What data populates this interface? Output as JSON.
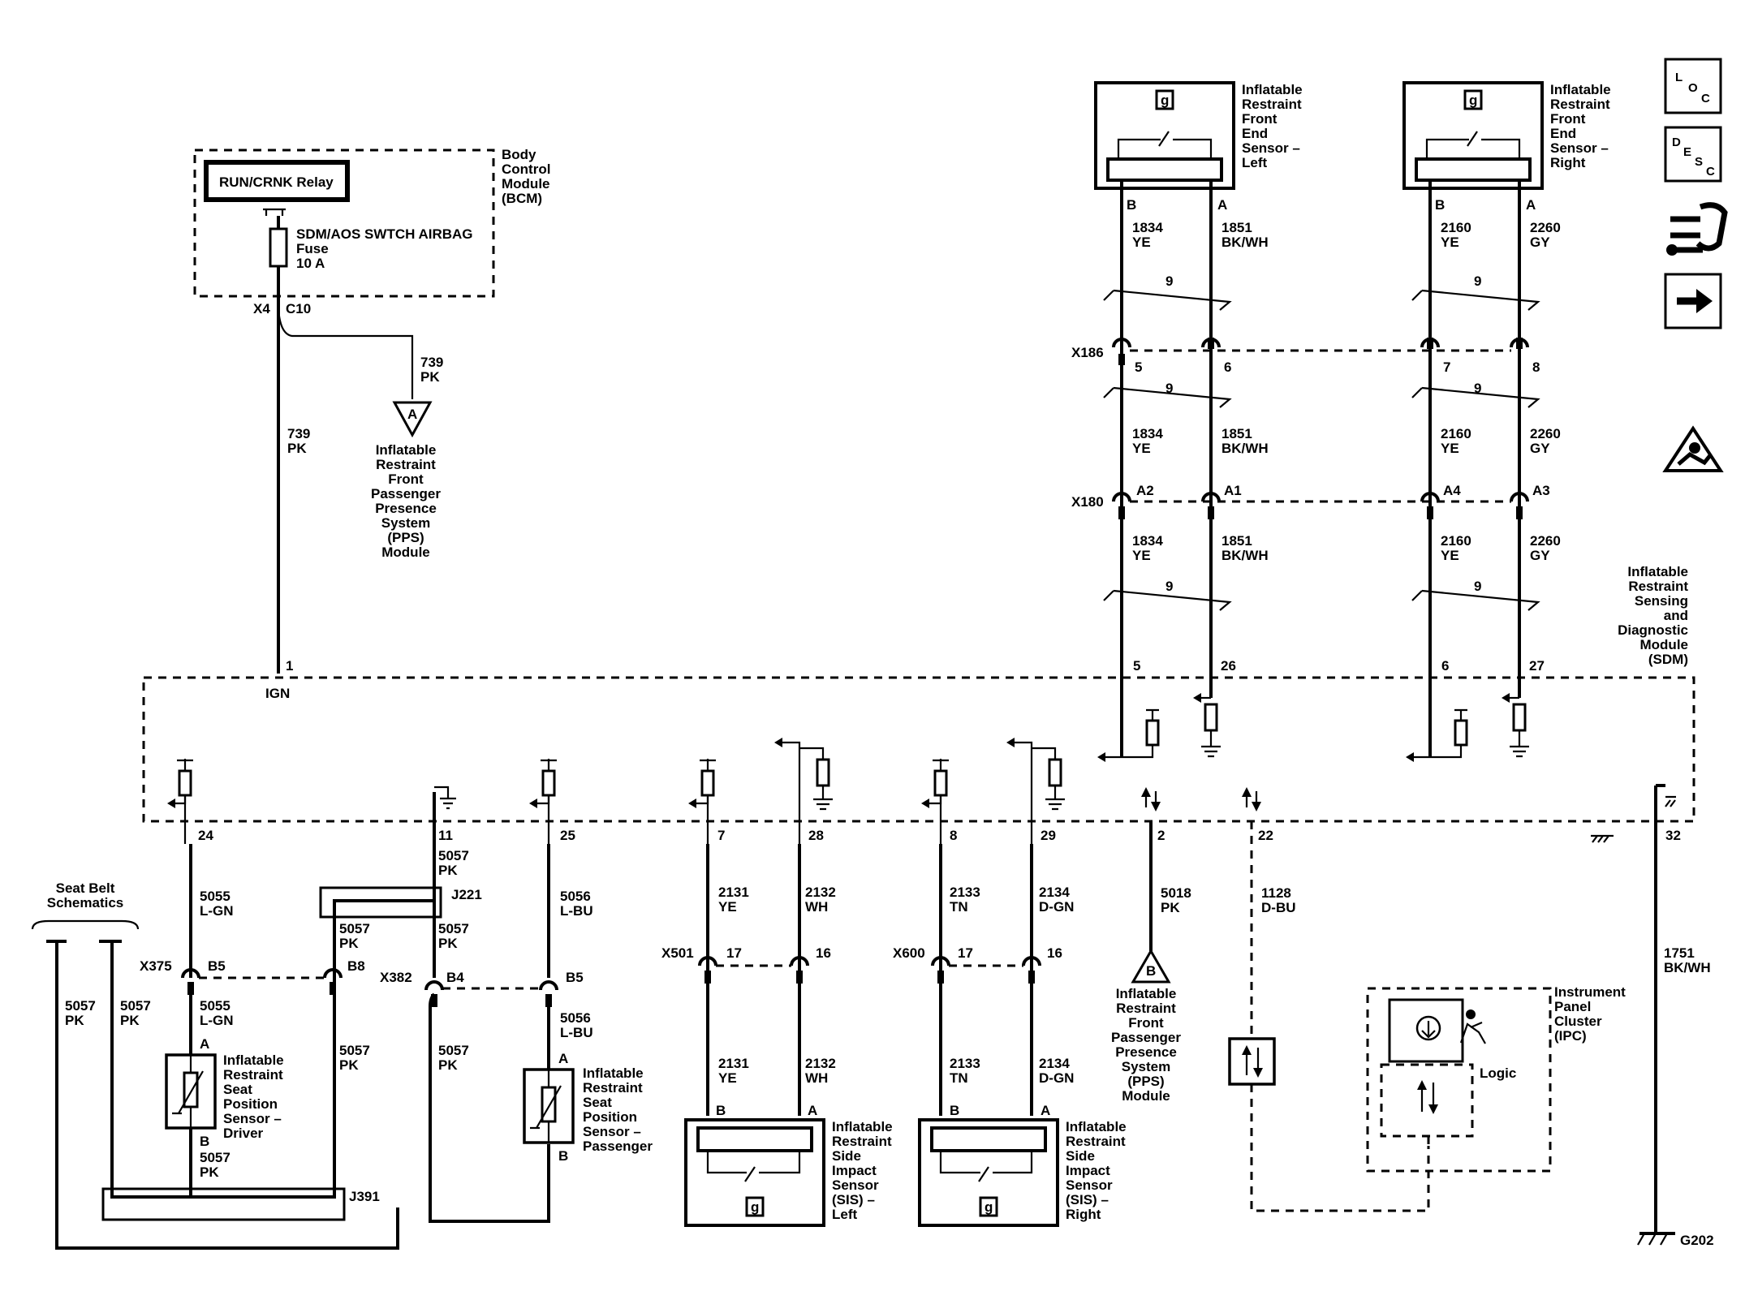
{
  "bcm": {
    "relay": "RUN/CRNK Relay",
    "fuse_name": "SDM/AOS SWTCH AIRBAG",
    "fuse_word": "Fuse",
    "fuse_amp": "10 A",
    "label": [
      "Body",
      "Control",
      "Module",
      "(BCM)"
    ],
    "conn": "X4",
    "pin": "C10"
  },
  "pps": {
    "label": [
      "Inflatable",
      "Restraint",
      "Front",
      "Passenger",
      "Presence",
      "System",
      "(PPS)",
      "Module"
    ],
    "ref_a": "A",
    "ref_b": "B"
  },
  "wires": {
    "w739": {
      "c": "739",
      "col": "PK"
    },
    "w1834": {
      "c": "1834",
      "col": "YE"
    },
    "w1851": {
      "c": "1851",
      "col": "BK/WH"
    },
    "w2160": {
      "c": "2160",
      "col": "YE"
    },
    "w2260": {
      "c": "2260",
      "col": "GY"
    },
    "w5055": {
      "c": "5055",
      "col": "L-GN"
    },
    "w5057": {
      "c": "5057",
      "col": "PK"
    },
    "w5056": {
      "c": "5056",
      "col": "L-BU"
    },
    "w2131": {
      "c": "2131",
      "col": "YE"
    },
    "w2132": {
      "c": "2132",
      "col": "WH"
    },
    "w2133": {
      "c": "2133",
      "col": "TN"
    },
    "w2134": {
      "c": "2134",
      "col": "D-GN"
    },
    "w5018": {
      "c": "5018",
      "col": "PK"
    },
    "w1128": {
      "c": "1128",
      "col": "D-BU"
    },
    "w1751": {
      "c": "1751",
      "col": "BK/WH"
    }
  },
  "fes_left": {
    "label": [
      "Inflatable",
      "Restraint",
      "Front",
      "End",
      "Sensor –",
      "Left"
    ],
    "pin_b": "B",
    "pin_a": "A"
  },
  "fes_right": {
    "label": [
      "Inflatable",
      "Restraint",
      "Front",
      "End",
      "Sensor –",
      "Right"
    ],
    "pin_b": "B",
    "pin_a": "A"
  },
  "g_mark": "g",
  "twist": "9",
  "x186": {
    "name": "X186",
    "p1": "5",
    "p2": "6",
    "p3": "7",
    "p4": "8"
  },
  "x180": {
    "name": "X180",
    "p1": "A2",
    "p2": "A1",
    "p3": "A4",
    "p4": "A3"
  },
  "sdm": {
    "label": [
      "Inflatable",
      "Restraint",
      "Sensing",
      "and",
      "Diagnostic",
      "Module",
      "(SDM)"
    ],
    "ign_pin": "1",
    "ign": "IGN",
    "top_pins": [
      "5",
      "26",
      "6",
      "27"
    ],
    "bot_pins": [
      "24",
      "11",
      "25",
      "7",
      "28",
      "8",
      "29",
      "2",
      "22",
      "32"
    ]
  },
  "seatbelt": [
    "Seat Belt",
    "Schematics"
  ],
  "j221": "J221",
  "j391": "J391",
  "x375": {
    "name": "X375",
    "p1": "B5",
    "p2": "B8"
  },
  "x382": {
    "name": "X382",
    "p1": "B4",
    "p2": "B5"
  },
  "x501": {
    "name": "X501",
    "p1": "17",
    "p2": "16"
  },
  "x600": {
    "name": "X600",
    "p1": "17",
    "p2": "16"
  },
  "sps_driver": {
    "label": [
      "Inflatable",
      "Restraint",
      "Seat",
      "Position",
      "Sensor –",
      "Driver"
    ],
    "pin_a": "A",
    "pin_b": "B"
  },
  "sps_pass": {
    "label": [
      "Inflatable",
      "Restraint",
      "Seat",
      "Position",
      "Sensor –",
      "Passenger"
    ],
    "pin_a": "A",
    "pin_b": "B"
  },
  "sis_left": {
    "label": [
      "Inflatable",
      "Restraint",
      "Side",
      "Impact",
      "Sensor",
      "(SIS) –",
      "Left"
    ],
    "pin_b": "B",
    "pin_a": "A"
  },
  "sis_right": {
    "label": [
      "Inflatable",
      "Restraint",
      "Side",
      "Impact",
      "Sensor",
      "(SIS) –",
      "Right"
    ],
    "pin_b": "B",
    "pin_a": "A"
  },
  "ipc": {
    "label": [
      "Instrument",
      "Panel",
      "Cluster",
      "(IPC)"
    ],
    "logic": "Logic"
  },
  "ground": "G202",
  "side_icons": {
    "loc": {
      "l1": "L",
      "l2": "O",
      "l3": "C"
    },
    "desc": {
      "l1": "D",
      "l2": "E",
      "l3": "S",
      "l4": "C"
    }
  }
}
